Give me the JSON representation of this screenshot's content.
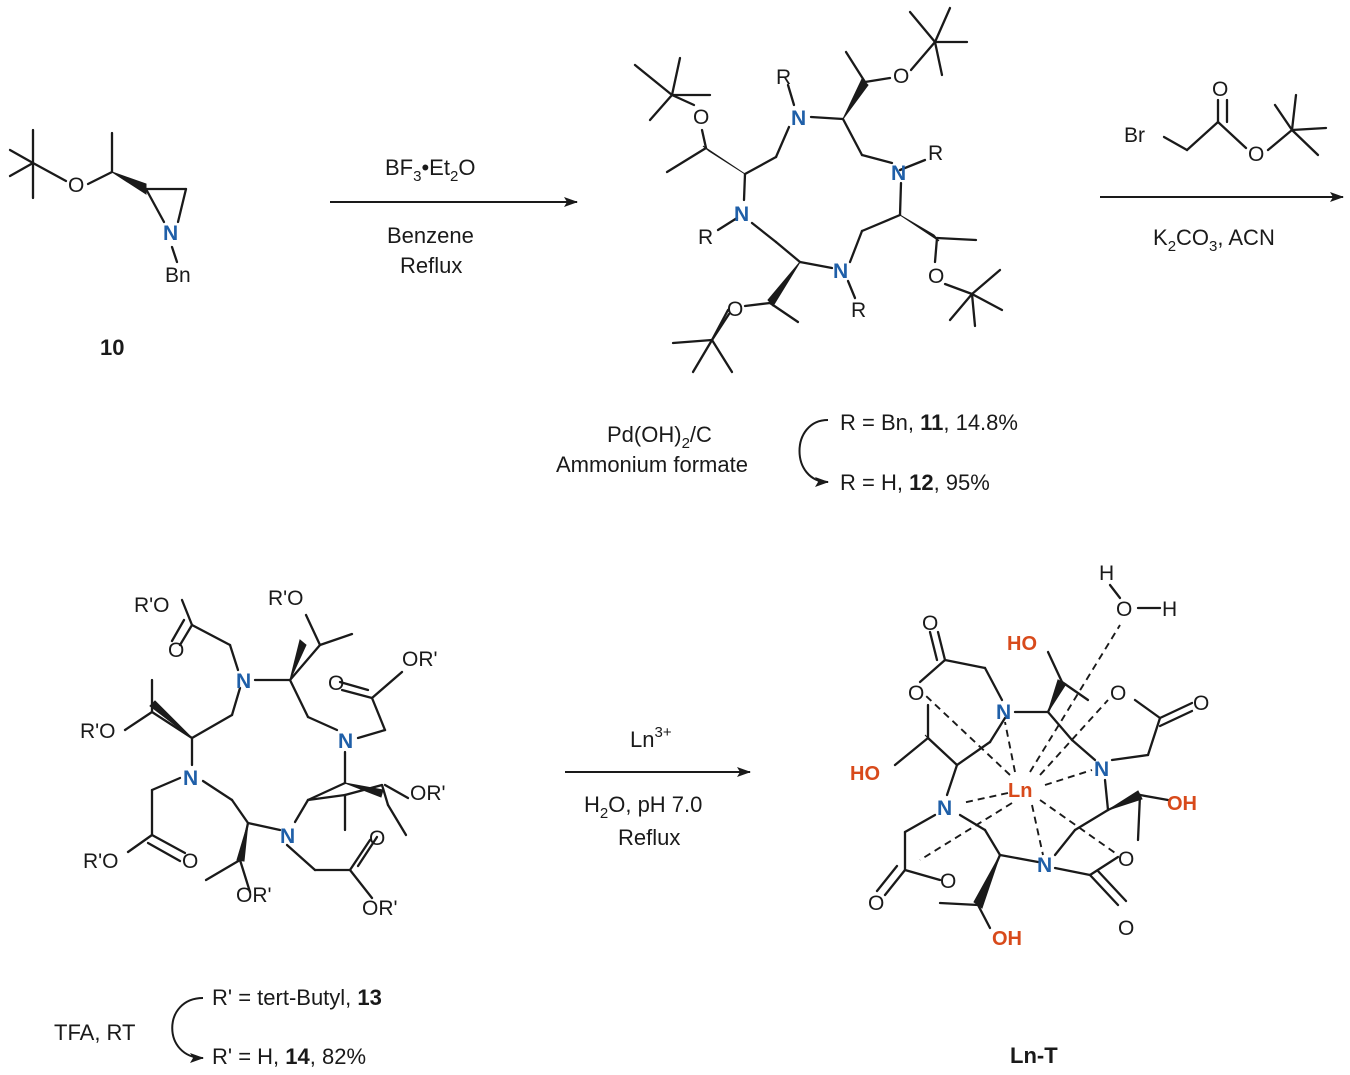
{
  "compounds": {
    "c10": {
      "label": "10",
      "n": "N",
      "bn": "Bn",
      "o": "O"
    },
    "c11": {
      "n": "N",
      "r": "R",
      "o": "O"
    },
    "c13": {
      "n": "N",
      "ro": "R'O",
      "oro": "OR'",
      "o": "O"
    },
    "lnt": {
      "label": "Ln-T",
      "n": "N",
      "o": "O",
      "ho": "HO",
      "oh": "OH",
      "ln": "Ln",
      "h": "H"
    }
  },
  "reagents": {
    "bromo": {
      "br": "Br",
      "o": "O"
    }
  },
  "steps": {
    "step1": {
      "reagent": "BF",
      "sub1": "3",
      "reagent_mid": "•Et",
      "sub2": "2",
      "reagent_end": "O",
      "solvent": "Benzene",
      "condition": "Reflux"
    },
    "step2": {
      "base": "K",
      "sub1": "2",
      "base_mid": "CO",
      "sub2": "3",
      "base_end": ", ACN"
    },
    "step3": {
      "reagent": "Pd(OH)",
      "sub1": "2",
      "reagent_end": "/C",
      "reagent2": "Ammonium formate"
    },
    "step4": {
      "reagent": "TFA, RT"
    },
    "step5": {
      "reagent": "Ln",
      "sup": "3+",
      "cond1_a": "H",
      "cond1_sub": "2",
      "cond1_b": "O, pH 7.0",
      "cond2": "Reflux"
    }
  },
  "results": {
    "r11": {
      "prefix": "R = Bn, ",
      "num": "11",
      "suffix": ", 14.8%"
    },
    "r12": {
      "prefix": "R = H, ",
      "num": "12",
      "suffix": ", 95%"
    },
    "r13": {
      "prefix": "R' = tert-Butyl, ",
      "num": "13",
      "suffix": ""
    },
    "r14": {
      "prefix": "R' = H, ",
      "num": "14",
      "suffix": ", 82%"
    }
  },
  "colors": {
    "nitrogen": "#1f5fa8",
    "oxygen_highlight": "#d84a1b",
    "bond": "#1a1a1a"
  }
}
